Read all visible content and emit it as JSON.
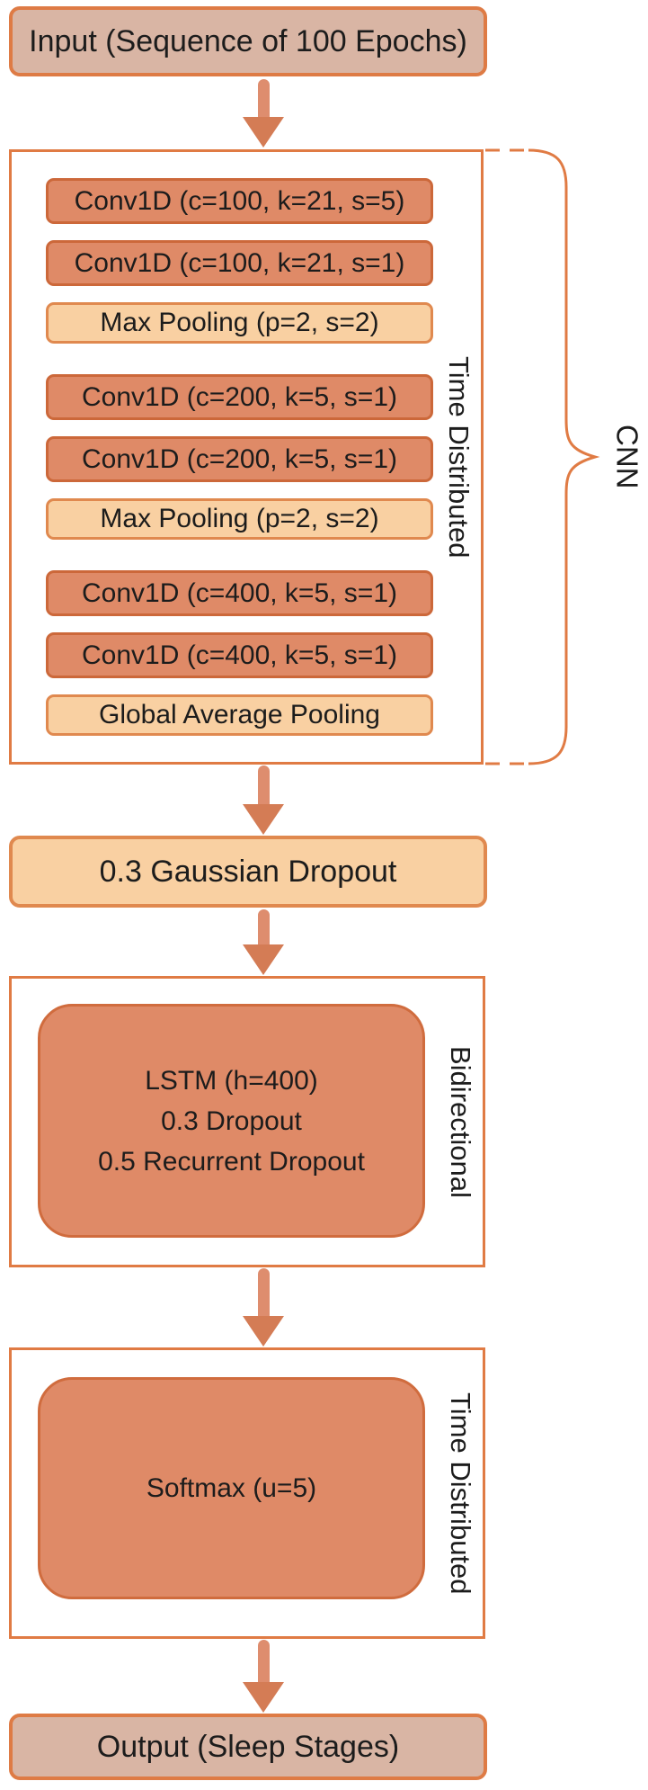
{
  "colors": {
    "accent_orange_border": "#e07b44",
    "conv_fill": "#df8a67",
    "conv_border": "#cc683a",
    "pool_fill": "#f9d0a2",
    "pool_border": "#e0894f",
    "endcap_fill": "#d9b5a4",
    "arrow_shaft": "#de8d6e",
    "arrow_head": "#d47c55",
    "text": "#1c1c1c"
  },
  "input": {
    "label": "Input (Sequence of 100 Epochs)"
  },
  "cnn": {
    "side_label": "Time Distributed",
    "brace_label": "CNN",
    "groups": [
      [
        {
          "label": "Conv1D (c=100, k=21, s=5)",
          "type": "conv"
        },
        {
          "label": "Conv1D (c=100, k=21, s=1)",
          "type": "conv"
        },
        {
          "label": "Max Pooling (p=2, s=2)",
          "type": "pool"
        }
      ],
      [
        {
          "label": "Conv1D (c=200, k=5, s=1)",
          "type": "conv"
        },
        {
          "label": "Conv1D (c=200, k=5, s=1)",
          "type": "conv"
        },
        {
          "label": "Max Pooling (p=2, s=2)",
          "type": "pool"
        }
      ],
      [
        {
          "label": "Conv1D (c=400, k=5, s=1)",
          "type": "conv"
        },
        {
          "label": "Conv1D (c=400, k=5, s=1)",
          "type": "conv"
        },
        {
          "label": "Global Average Pooling",
          "type": "pool"
        }
      ]
    ]
  },
  "dropout": {
    "label": "0.3 Gaussian Dropout"
  },
  "bidirectional": {
    "side_label": "Bidirectional",
    "lines": [
      "LSTM (h=400)",
      "0.3 Dropout",
      "0.5 Recurrent Dropout"
    ]
  },
  "softmax": {
    "side_label": "Time Distributed",
    "label": "Softmax (u=5)"
  },
  "output": {
    "label": "Output (Sleep Stages)"
  }
}
